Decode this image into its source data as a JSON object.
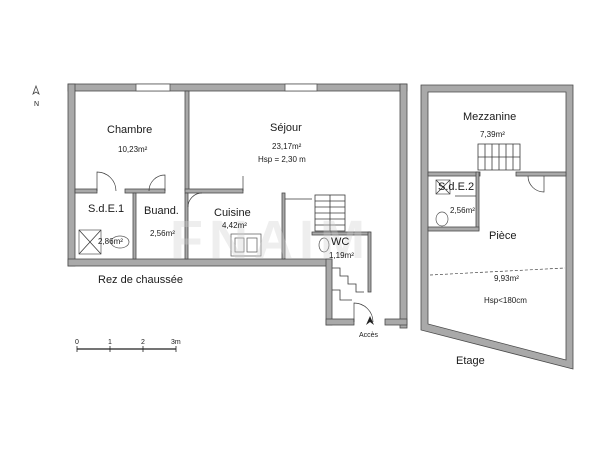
{
  "north_label": "N",
  "levels": {
    "ground": "Rez de chaussée",
    "upper": "Etage"
  },
  "rooms": {
    "chambre": {
      "name": "Chambre",
      "area": "10,23m²"
    },
    "sejour": {
      "name": "Séjour",
      "area": "23,17m²",
      "note": "Hsp = 2,30 m"
    },
    "sde1": {
      "name": "S.d.E.1",
      "area": "2,86m²"
    },
    "buanderie": {
      "name": "Buand.",
      "area": "2,56m²"
    },
    "cuisine": {
      "name": "Cuisine",
      "area": "4,42m²"
    },
    "wc": {
      "name": "WC",
      "area": "1,19m²"
    },
    "mezzanine": {
      "name": "Mezzanine",
      "area": "7,39m²"
    },
    "sde2": {
      "name": "S.d.E.2",
      "area": "2,56m²"
    },
    "piece": {
      "name": "Pièce",
      "area": "9,93m²",
      "note": "Hsp<180cm"
    }
  },
  "access_label": "Accès",
  "scale_bar": {
    "ticks": [
      "0",
      "1",
      "2",
      "3m"
    ]
  },
  "watermark": "FNAIM"
}
